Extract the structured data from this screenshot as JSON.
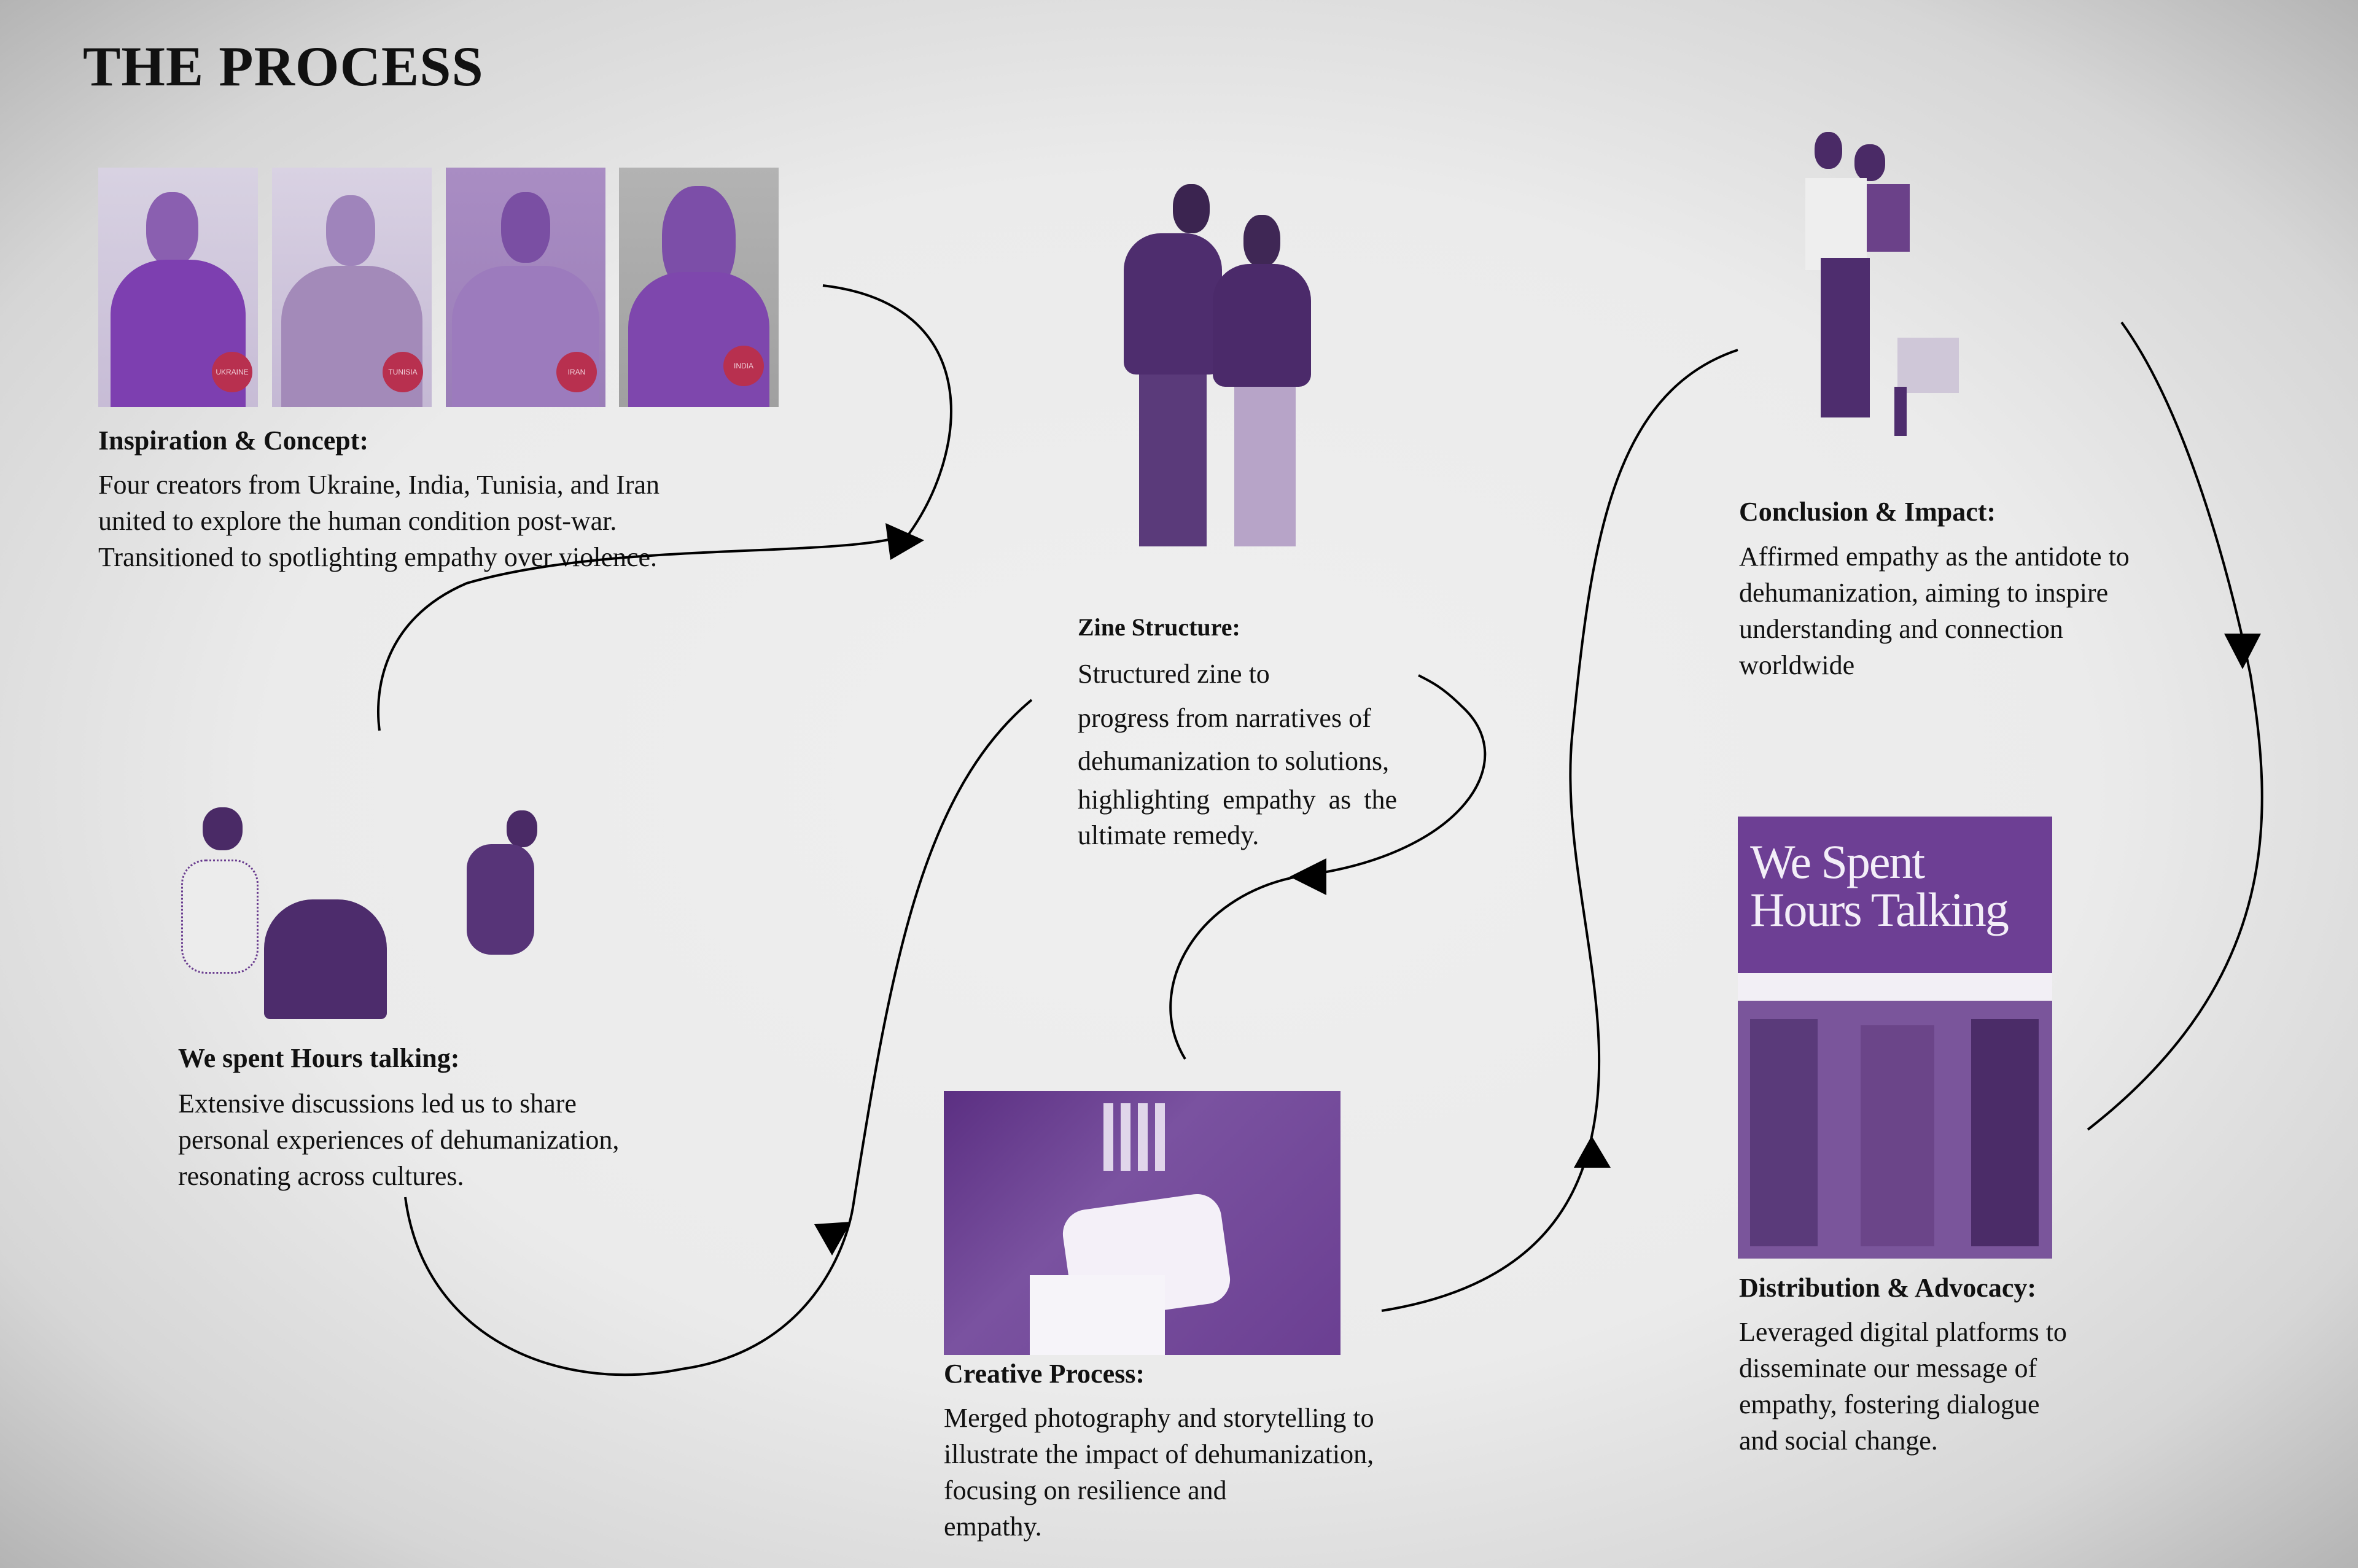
{
  "title": "THE PROCESS",
  "steps": {
    "inspiration": {
      "heading": "Inspiration & Concept:",
      "lines": [
        "Four creators from Ukraine, India, Tunisia, and Iran",
        "united to explore the human condition post-war.",
        "Transitioned to spotlighting empathy over violence."
      ],
      "stamps": [
        "UKRAINE",
        "TUNISIA",
        "IRAN",
        "INDIA"
      ]
    },
    "zine": {
      "heading": "Zine Structure:",
      "lines": [
        "Structured zine to",
        "progress from narratives of",
        "dehumanization to solutions,",
        "highlighting empathy as the",
        "ultimate remedy."
      ]
    },
    "conclusion": {
      "heading": "Conclusion & Impact:",
      "lines": [
        "Affirmed empathy as the antidote to",
        "dehumanization, aiming to inspire",
        "understanding and connection",
        "worldwide"
      ]
    },
    "talking": {
      "heading": "We spent Hours talking:",
      "lines": [
        "Extensive discussions led us to share",
        "personal experiences of dehumanization,",
        "resonating across cultures."
      ]
    },
    "creative": {
      "heading": "Creative Process:",
      "lines": [
        "Merged photography and storytelling to",
        "illustrate the impact of dehumanization,",
        "focusing on resilience and",
        "empathy."
      ]
    },
    "distribution": {
      "heading": "Distribution & Advocacy:",
      "lines": [
        "Leveraged digital platforms to",
        "disseminate our message of",
        "empathy, fostering dialogue",
        "and social change."
      ],
      "poster_title": [
        "We Spent",
        "Hours Talking"
      ]
    }
  },
  "colors": {
    "purple": "#6a3d8f",
    "light_purple": "#a583c4",
    "text": "#111111",
    "arrow": "#000000"
  }
}
